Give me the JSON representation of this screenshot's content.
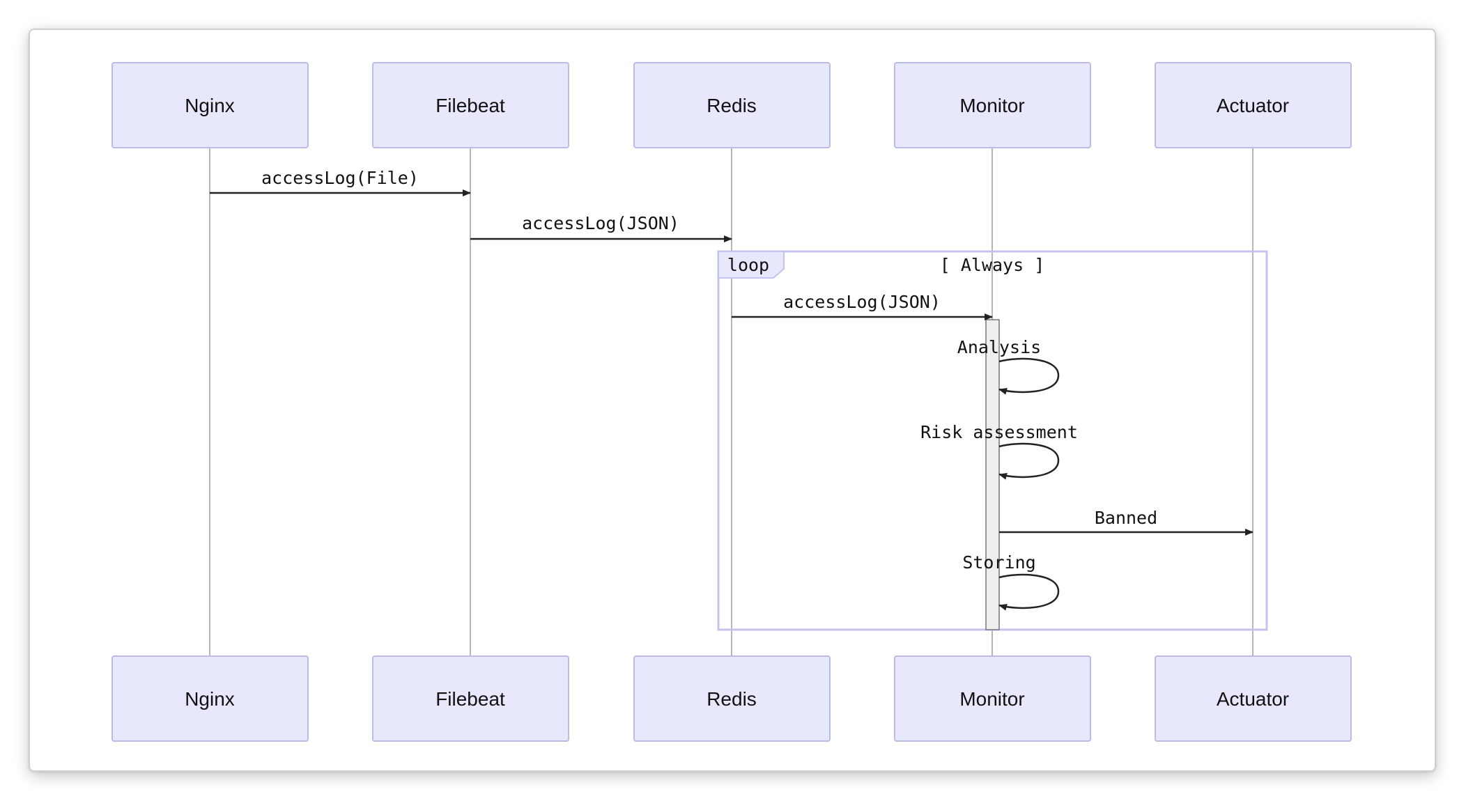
{
  "diagram": {
    "type": "sequence",
    "participants": [
      {
        "id": "nginx",
        "label": "Nginx"
      },
      {
        "id": "filebeat",
        "label": "Filebeat"
      },
      {
        "id": "redis",
        "label": "Redis"
      },
      {
        "id": "monitor",
        "label": "Monitor"
      },
      {
        "id": "actuator",
        "label": "Actuator"
      }
    ],
    "messages": [
      {
        "from": "Nginx",
        "to": "Filebeat",
        "label": "accessLog(File)"
      },
      {
        "from": "Filebeat",
        "to": "Redis",
        "label": "accessLog(JSON)"
      },
      {
        "from": "Redis",
        "to": "Monitor",
        "label": "accessLog(JSON)"
      },
      {
        "from": "Monitor",
        "to": "Monitor",
        "label": "Analysis"
      },
      {
        "from": "Monitor",
        "to": "Monitor",
        "label": "Risk assessment"
      },
      {
        "from": "Monitor",
        "to": "Actuator",
        "label": "Banned"
      },
      {
        "from": "Monitor",
        "to": "Monitor",
        "label": "Storing"
      }
    ],
    "loop": {
      "keyword": "loop",
      "condition": "[ Always ]"
    }
  },
  "colors": {
    "actor_fill": "#e8e8fc",
    "actor_stroke": "#bcbbe8",
    "lifeline": "#9e9e9e",
    "loop_border": "#c4c3f0",
    "activation_fill": "#eeeeee",
    "activation_stroke": "#777777",
    "arrow": "#222222"
  }
}
